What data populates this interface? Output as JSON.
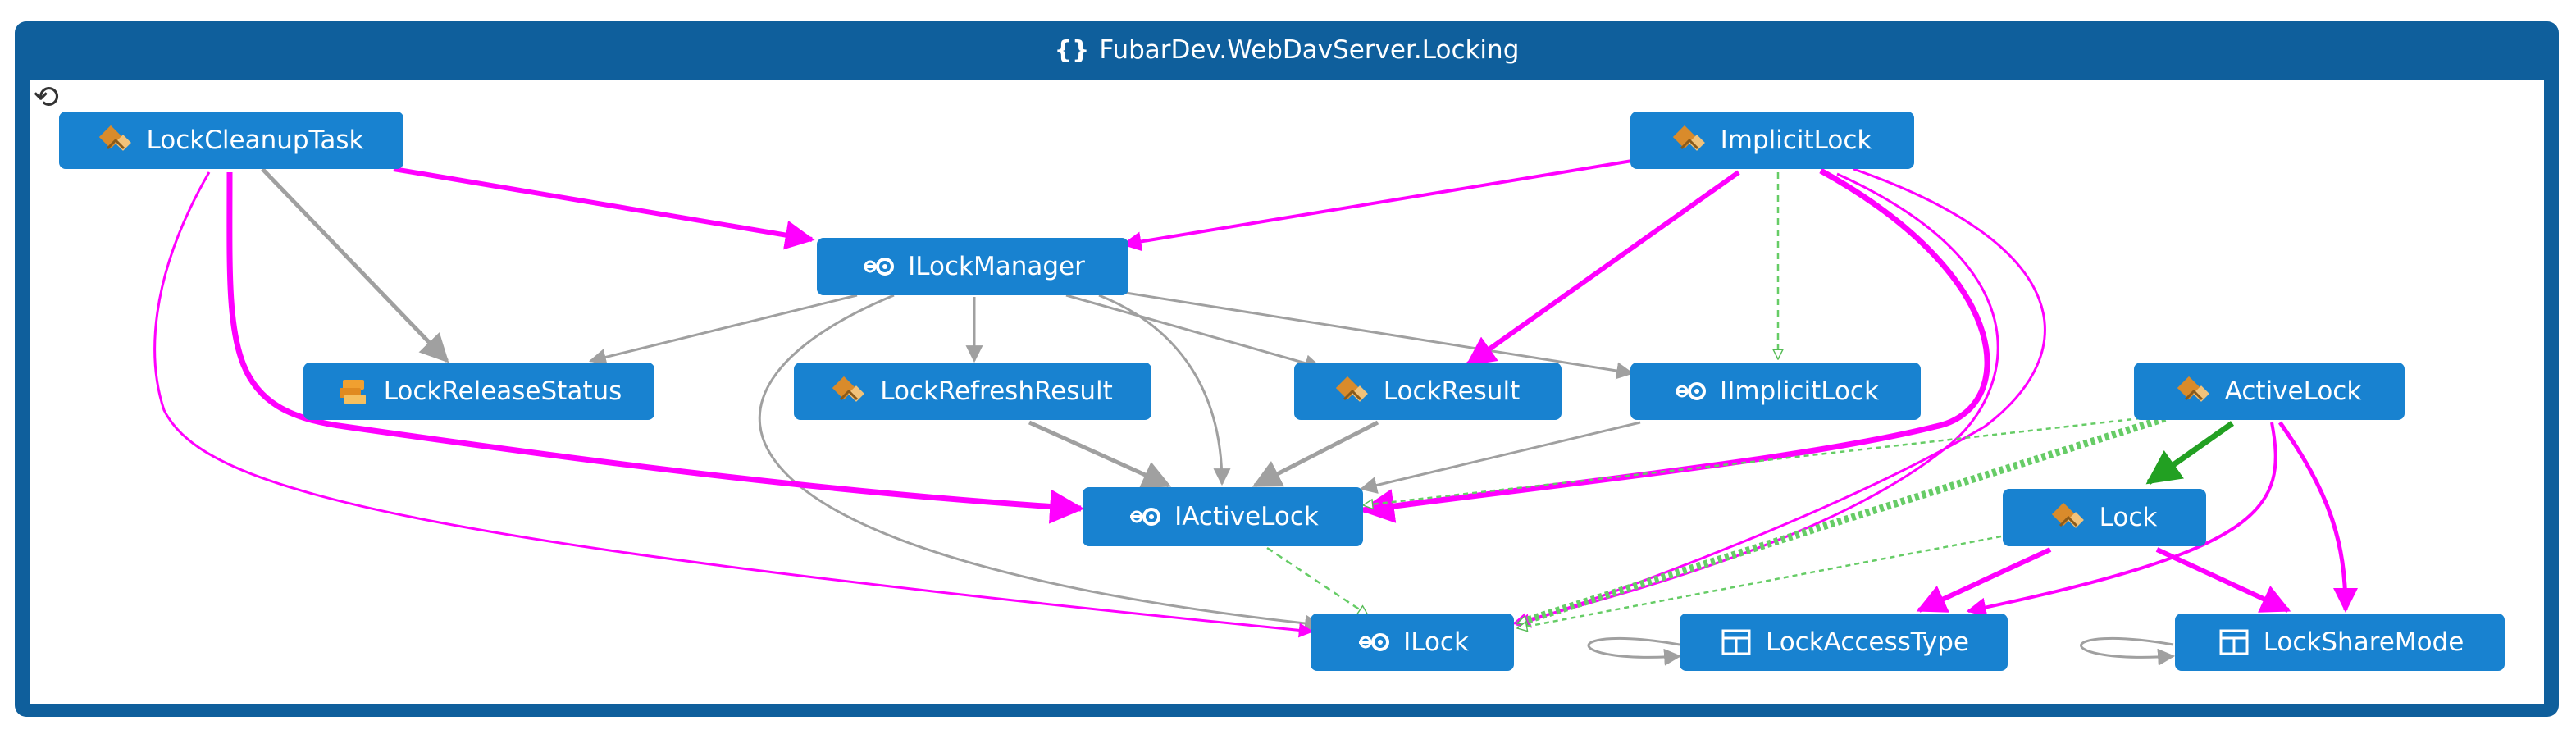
{
  "container": {
    "title": "FubarDev.WebDavServer.Locking",
    "icon": "namespace-braces-icon"
  },
  "refresh_icon": "refresh-icon",
  "colors": {
    "frame": "#0f5f9c",
    "node": "#1882d0",
    "edge_gray": "#a0a0a0",
    "edge_magenta": "#ff00ff",
    "edge_green": "#22a022",
    "edge_green_dashed": "#66cc66"
  },
  "nodes": {
    "lock_cleanup_task": {
      "label": "LockCleanupTask",
      "kind": "class",
      "icon": "class-icon"
    },
    "implicit_lock": {
      "label": "ImplicitLock",
      "kind": "class",
      "icon": "class-icon"
    },
    "ilock_manager": {
      "label": "ILockManager",
      "kind": "interface",
      "icon": "interface-icon"
    },
    "lock_release_status": {
      "label": "LockReleaseStatus",
      "kind": "enum",
      "icon": "enum-icon"
    },
    "lock_refresh_result": {
      "label": "LockRefreshResult",
      "kind": "class",
      "icon": "class-icon"
    },
    "lock_result": {
      "label": "LockResult",
      "kind": "class",
      "icon": "class-icon"
    },
    "iimplicit_lock": {
      "label": "IImplicitLock",
      "kind": "interface",
      "icon": "interface-icon"
    },
    "active_lock": {
      "label": "ActiveLock",
      "kind": "class",
      "icon": "class-icon"
    },
    "iactive_lock": {
      "label": "IActiveLock",
      "kind": "interface",
      "icon": "interface-icon"
    },
    "lock": {
      "label": "Lock",
      "kind": "class",
      "icon": "class-icon"
    },
    "ilock": {
      "label": "ILock",
      "kind": "interface",
      "icon": "interface-icon"
    },
    "lock_access_type": {
      "label": "LockAccessType",
      "kind": "struct",
      "icon": "struct-icon"
    },
    "lock_share_mode": {
      "label": "LockShareMode",
      "kind": "struct",
      "icon": "struct-icon"
    }
  },
  "edges": [
    {
      "from": "lock_cleanup_task",
      "to": "ilock_manager",
      "style": "magenta"
    },
    {
      "from": "lock_cleanup_task",
      "to": "lock_release_status",
      "style": "gray"
    },
    {
      "from": "lock_cleanup_task",
      "to": "iactive_lock",
      "style": "magenta"
    },
    {
      "from": "lock_cleanup_task",
      "to": "ilock",
      "style": "magenta"
    },
    {
      "from": "implicit_lock",
      "to": "ilock_manager",
      "style": "magenta"
    },
    {
      "from": "implicit_lock",
      "to": "lock_result",
      "style": "magenta"
    },
    {
      "from": "implicit_lock",
      "to": "iimplicit_lock",
      "style": "implements"
    },
    {
      "from": "implicit_lock",
      "to": "iactive_lock",
      "style": "magenta"
    },
    {
      "from": "implicit_lock",
      "to": "ilock",
      "style": "magenta"
    },
    {
      "from": "ilock_manager",
      "to": "lock_release_status",
      "style": "gray"
    },
    {
      "from": "ilock_manager",
      "to": "lock_refresh_result",
      "style": "gray"
    },
    {
      "from": "ilock_manager",
      "to": "lock_result",
      "style": "gray"
    },
    {
      "from": "ilock_manager",
      "to": "iimplicit_lock",
      "style": "gray"
    },
    {
      "from": "ilock_manager",
      "to": "iactive_lock",
      "style": "gray"
    },
    {
      "from": "ilock_manager",
      "to": "ilock",
      "style": "gray"
    },
    {
      "from": "lock_refresh_result",
      "to": "iactive_lock",
      "style": "gray"
    },
    {
      "from": "lock_result",
      "to": "iactive_lock",
      "style": "gray"
    },
    {
      "from": "iimplicit_lock",
      "to": "iactive_lock",
      "style": "gray"
    },
    {
      "from": "iactive_lock",
      "to": "ilock",
      "style": "implements"
    },
    {
      "from": "active_lock",
      "to": "lock",
      "style": "inherits"
    },
    {
      "from": "active_lock",
      "to": "ilock",
      "style": "implements"
    },
    {
      "from": "active_lock",
      "to": "iactive_lock",
      "style": "implements"
    },
    {
      "from": "active_lock",
      "to": "lock_access_type",
      "style": "magenta"
    },
    {
      "from": "active_lock",
      "to": "lock_share_mode",
      "style": "magenta"
    },
    {
      "from": "lock",
      "to": "ilock",
      "style": "implements"
    },
    {
      "from": "lock",
      "to": "lock_access_type",
      "style": "magenta"
    },
    {
      "from": "lock",
      "to": "lock_share_mode",
      "style": "magenta"
    },
    {
      "from": "lock_access_type",
      "to": "lock_access_type",
      "style": "gray"
    },
    {
      "from": "lock_share_mode",
      "to": "lock_share_mode",
      "style": "gray"
    }
  ]
}
